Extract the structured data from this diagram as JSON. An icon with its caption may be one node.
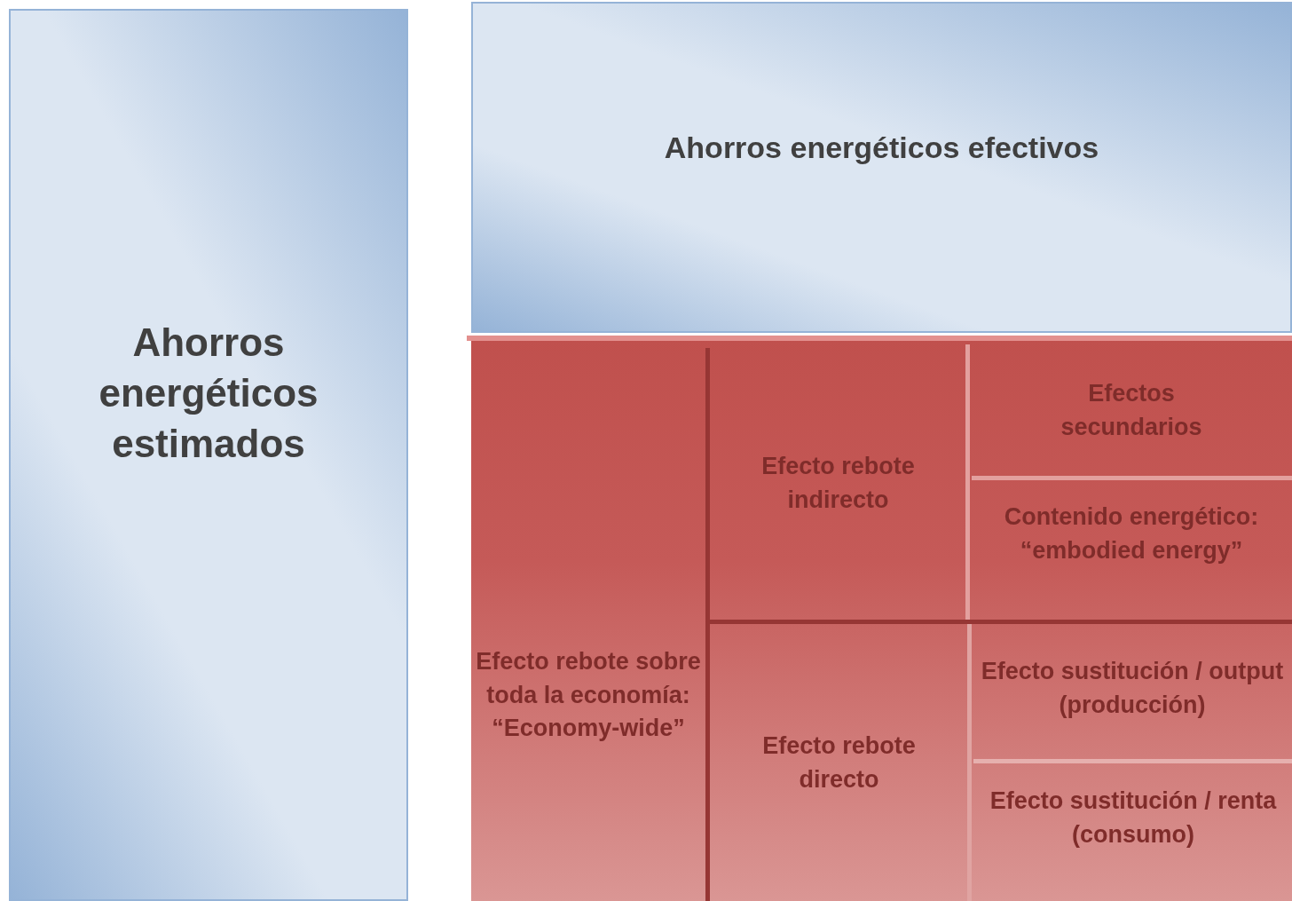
{
  "diagram": {
    "nodes": [
      {
        "text": [
          "Ahorros energéticos estimados"
        ]
      },
      {
        "text": [
          "Ahorros energéticos efectivos"
        ]
      },
      {
        "text": [
          "Efecto rebote sobre toda la economía: “Economy-wide”"
        ]
      },
      {
        "text": [
          "Efecto rebote indirecto"
        ]
      },
      {
        "text": [
          "Efecto rebote directo"
        ]
      },
      {
        "text": [
          "Efectos secundarios"
        ]
      },
      {
        "text": [
          "Contenido energético: “embodied energy”"
        ]
      },
      {
        "text": [
          "Efecto sustitución / output (producción)"
        ]
      },
      {
        "text": [
          "Efecto sustitución / renta (consumo)"
        ]
      }
    ]
  }
}
